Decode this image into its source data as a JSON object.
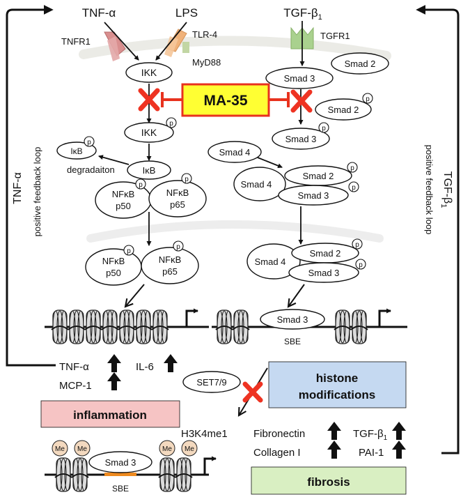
{
  "ligands": {
    "tnf": "TNF-α",
    "lps": "LPS",
    "tgf_base": "TGF-β",
    "tgf_sub": "1"
  },
  "receptors": {
    "tnfr1": "TNFR1",
    "tlr4": "TLR-4",
    "myd88": "MyD88",
    "tgfr1": "TGFR1"
  },
  "drug": "MA-35",
  "phospho": "p",
  "left": {
    "ikk": "IKK",
    "ikb": "IκB",
    "degradation": "degradaiton",
    "nfkb": "NFκB",
    "p50": "p50",
    "p65": "p65"
  },
  "right": {
    "smad2": "Smad 2",
    "smad3": "Smad 3",
    "smad4": "Smad 4",
    "sbe": "SBE"
  },
  "feedback": {
    "left_title": "TNF-α",
    "left_sub": "positive feedback loop",
    "right_title_base": "TGF-β",
    "right_title_sub": "1",
    "right_sub": "positive feedback loop"
  },
  "outputs": {
    "tnf": "TNF-α",
    "il6": "IL-6",
    "mcp1": "MCP-1",
    "fibronectin": "Fibronectin",
    "tgf_base": "TGF-β",
    "tgf_sub": "1",
    "collagen": "Collagen I",
    "pai1": "PAI-1"
  },
  "boxes": {
    "inflammation": "inflammation",
    "histone_line1": "histone",
    "histone_line2": "modifications",
    "fibrosis": "fibrosis"
  },
  "epigenetic": {
    "set79": "SET7/9",
    "h3k4me1": "H3K4me1",
    "me": "Me"
  },
  "colors": {
    "tnfr1": "#d98f8f",
    "tlr4": "#f0b27a",
    "tgfr1": "#a9d18e",
    "drug_fill": "#ffff33",
    "drug_border": "#e8321e",
    "block": "#ee3322",
    "sbe": "#ee8a1f",
    "inflammation_fill": "#f6c4c4",
    "histone_fill": "#c5d9f1",
    "fibrosis_fill": "#d9efc2",
    "nucleosome": "#dcdcdc",
    "methyl": "#f3d9bf"
  }
}
